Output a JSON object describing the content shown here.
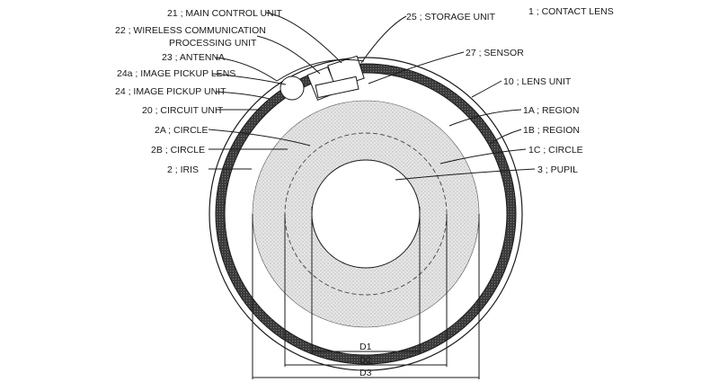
{
  "labels": {
    "contact_lens": "1 ; CONTACT LENS",
    "main_control_unit": "21 ; MAIN CONTROL UNIT",
    "wireless_comm_1": "22 ; WIRELESS COMMUNICATION",
    "wireless_comm_2": "PROCESSING UNIT",
    "antenna": "23 ; ANTENNA",
    "image_pickup_lens": "24a ; IMAGE PICKUP LENS",
    "image_pickup_unit": "24 ; IMAGE PICKUP UNIT",
    "circuit_unit": "20 ; CIRCUIT UNIT",
    "circle_2a": "2A ; CIRCLE",
    "circle_2b": "2B ; CIRCLE",
    "iris": "2 ; IRIS",
    "storage_unit": "25 ; STORAGE UNIT",
    "sensor": "27 ; SENSOR",
    "lens_unit": "10 ; LENS UNIT",
    "region_1a": "1A ; REGION",
    "region_1b": "1B ; REGION",
    "circle_1c": "1C ; CIRCLE",
    "pupil": "3 ; PUPIL"
  },
  "dimensions": {
    "d1": "D1",
    "d2": "D2",
    "d3": "D3"
  }
}
